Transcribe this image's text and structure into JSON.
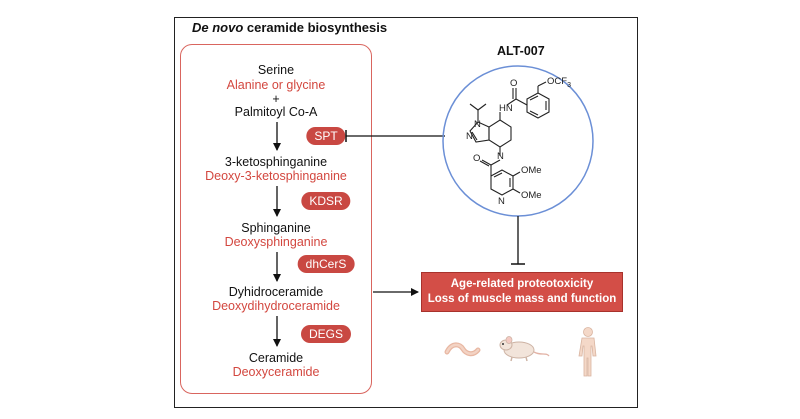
{
  "title_italic": "De novo",
  "title_rest": " ceramide biosynthesis",
  "pathway": {
    "substrate_1": "Serine",
    "substrate_1_alt": "Alanine or glycine",
    "plus": "+",
    "substrate_2": "Palmitoyl Co-A",
    "steps": [
      {
        "enzyme": "SPT",
        "product": "3-ketosphinganine",
        "product_alt": "Deoxy-3-ketosphinganine"
      },
      {
        "enzyme": "KDSR",
        "product": "Sphinganine",
        "product_alt": "Deoxysphinganine"
      },
      {
        "enzyme": "dhCerS",
        "product": "Dyhidroceramide",
        "product_alt": "Deoxydihydroceramide"
      },
      {
        "enzyme": "DEGS",
        "product": "Ceramide",
        "product_alt": "Deoxyceramide"
      }
    ]
  },
  "compound": {
    "name": "ALT-007",
    "labels": {
      "ocf3": "OCF",
      "ocf3_sub": "3",
      "nh": "HN",
      "n1": "N",
      "n2": "N",
      "n3": "N",
      "n4": "N",
      "ome1": "OMe",
      "ome2": "OMe",
      "o1": "O",
      "o2": "O"
    }
  },
  "outcome": {
    "line1": "Age-related proteotoxicity",
    "line2": "Loss of muscle mass and function"
  },
  "organisms": [
    "worm-icon",
    "mouse-icon",
    "human-icon"
  ],
  "colors": {
    "accent_red": "#d3473f",
    "enzyme_fill": "#c94842",
    "circle_stroke": "#6b8fd6",
    "text": "#111111"
  }
}
